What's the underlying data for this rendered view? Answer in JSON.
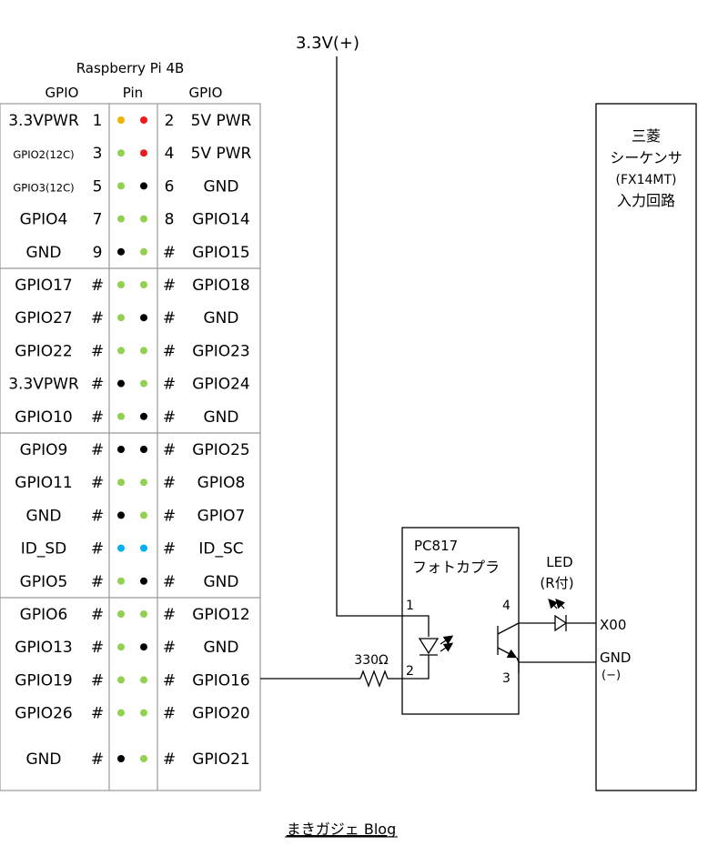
{
  "board": {
    "title": "Raspberry Pi 4B",
    "col_left": "GPIO",
    "col_pin": "Pin",
    "col_right": "GPIO"
  },
  "pin_rows": [
    {
      "left": "3.3VPWR",
      "left_num": "1",
      "right_num": "2",
      "right": "5V PWR",
      "c1": "#f0b400",
      "c2": "#e81c1c",
      "small": false
    },
    {
      "left": "GPIO2(12C)",
      "left_num": "3",
      "right_num": "4",
      "right": "5V PWR",
      "c1": "#92d050",
      "c2": "#e81c1c",
      "small": true
    },
    {
      "left": "GPIO3(12C)",
      "left_num": "5",
      "right_num": "6",
      "right": "GND",
      "c1": "#92d050",
      "c2": "#000000",
      "small": true
    },
    {
      "left": "GPIO4",
      "left_num": "7",
      "right_num": "8",
      "right": "GPIO14",
      "c1": "#92d050",
      "c2": "#92d050",
      "small": false
    },
    {
      "left": "GND",
      "left_num": "9",
      "right_num": "#",
      "right": "GPIO15",
      "c1": "#000000",
      "c2": "#92d050",
      "small": false
    },
    {
      "left": "GPIO17",
      "left_num": "#",
      "right_num": "#",
      "right": "GPIO18",
      "c1": "#92d050",
      "c2": "#92d050",
      "small": false
    },
    {
      "left": "GPIO27",
      "left_num": "#",
      "right_num": "#",
      "right": "GND",
      "c1": "#92d050",
      "c2": "#000000",
      "small": false
    },
    {
      "left": "GPIO22",
      "left_num": "#",
      "right_num": "#",
      "right": "GPIO23",
      "c1": "#92d050",
      "c2": "#92d050",
      "small": false
    },
    {
      "left": "3.3VPWR",
      "left_num": "#",
      "right_num": "#",
      "right": "GPIO24",
      "c1": "#000000",
      "c2": "#92d050",
      "small": false
    },
    {
      "left": "GPIO10",
      "left_num": "#",
      "right_num": "#",
      "right": "GND",
      "c1": "#92d050",
      "c2": "#000000",
      "small": false
    },
    {
      "left": "GPIO9",
      "left_num": "#",
      "right_num": "#",
      "right": "GPIO25",
      "c1": "#000000",
      "c2": "#000000",
      "small": false
    },
    {
      "left": "GPIO11",
      "left_num": "#",
      "right_num": "#",
      "right": "GPIO8",
      "c1": "#92d050",
      "c2": "#92d050",
      "small": false
    },
    {
      "left": "GND",
      "left_num": "#",
      "right_num": "#",
      "right": "GPIO7",
      "c1": "#000000",
      "c2": "#92d050",
      "small": false
    },
    {
      "left": "ID_SD",
      "left_num": "#",
      "right_num": "#",
      "right": "ID_SC",
      "c1": "#00b0f0",
      "c2": "#00b0f0",
      "small": false
    },
    {
      "left": "GPIO5",
      "left_num": "#",
      "right_num": "#",
      "right": "GND",
      "c1": "#92d050",
      "c2": "#000000",
      "small": false
    },
    {
      "left": "GPIO6",
      "left_num": "#",
      "right_num": "#",
      "right": "GPIO12",
      "c1": "#92d050",
      "c2": "#92d050",
      "small": false
    },
    {
      "left": "GPIO13",
      "left_num": "#",
      "right_num": "#",
      "right": "GND",
      "c1": "#92d050",
      "c2": "#000000",
      "small": false
    },
    {
      "left": "GPIO19",
      "left_num": "#",
      "right_num": "#",
      "right": "GPIO16",
      "c1": "#92d050",
      "c2": "#92d050",
      "small": false
    },
    {
      "left": "GPIO26",
      "left_num": "#",
      "right_num": "#",
      "right": "GPIO20",
      "c1": "#92d050",
      "c2": "#92d050",
      "small": false
    },
    {
      "left": "GND",
      "left_num": "#",
      "right_num": "#",
      "right": "GPIO21",
      "c1": "#000000",
      "c2": "#92d050",
      "small": false
    }
  ],
  "circuit": {
    "supply": "3.3V(+)",
    "resistor": "330Ω",
    "coupler_name": "PC817",
    "coupler_type": "フォトカプラ",
    "pin1": "1",
    "pin2": "2",
    "pin3": "3",
    "pin4": "4",
    "led_label": "LED",
    "led_sub": "(R付)",
    "x00": "X00",
    "gnd": "GND",
    "minus": "(−)"
  },
  "plc": {
    "line1": "三菱",
    "line2": "シーケンサ",
    "line3": "(FX14MT)",
    "line4": "入力回路"
  },
  "footer": "まきガジェ Blog"
}
